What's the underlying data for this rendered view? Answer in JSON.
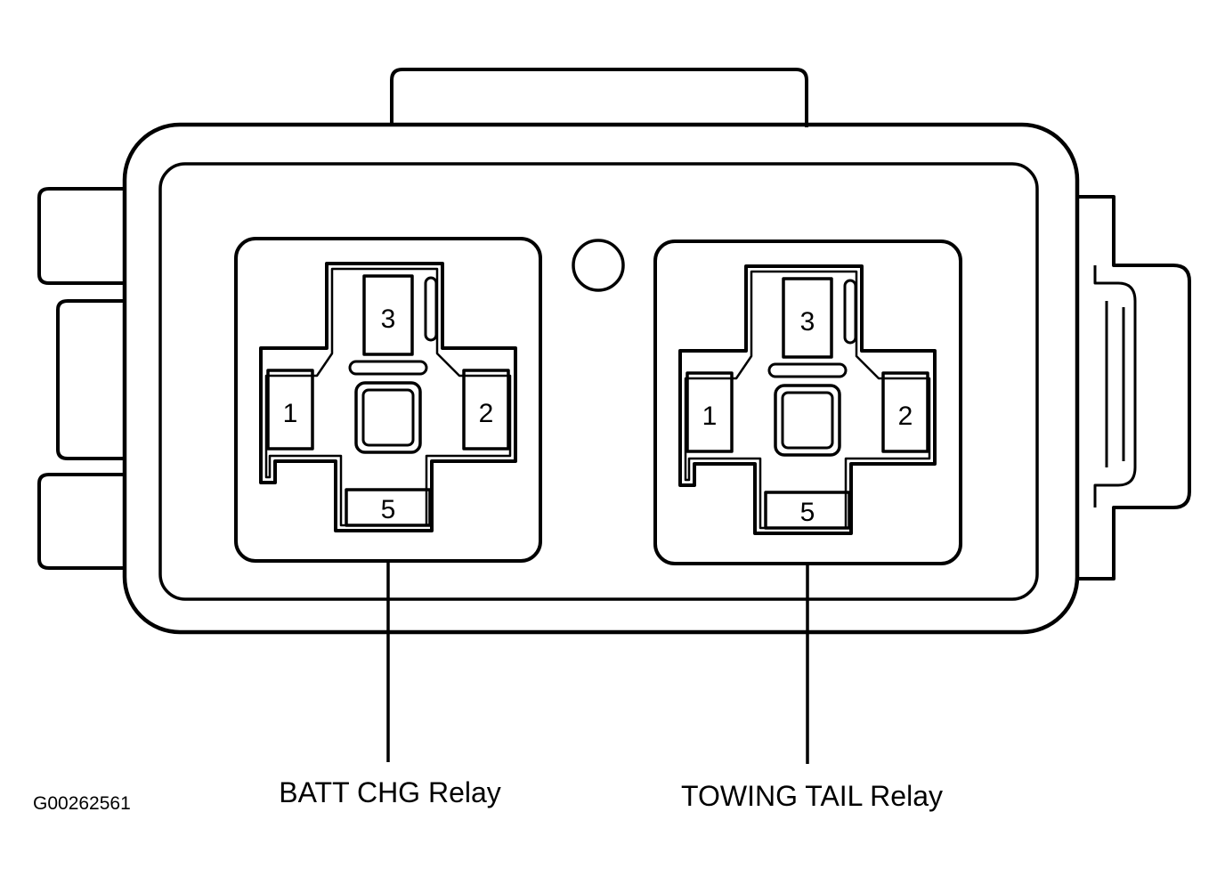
{
  "figure_id": "G00262561",
  "relays": [
    {
      "label": "BATT CHG Relay",
      "pins": {
        "top": "3",
        "left": "1",
        "right": "2",
        "bottom": "5"
      }
    },
    {
      "label": "TOWING TAIL Relay",
      "pins": {
        "top": "3",
        "left": "1",
        "right": "2",
        "bottom": "5"
      }
    }
  ],
  "colors": {
    "line": "#000000",
    "background": "#ffffff"
  }
}
